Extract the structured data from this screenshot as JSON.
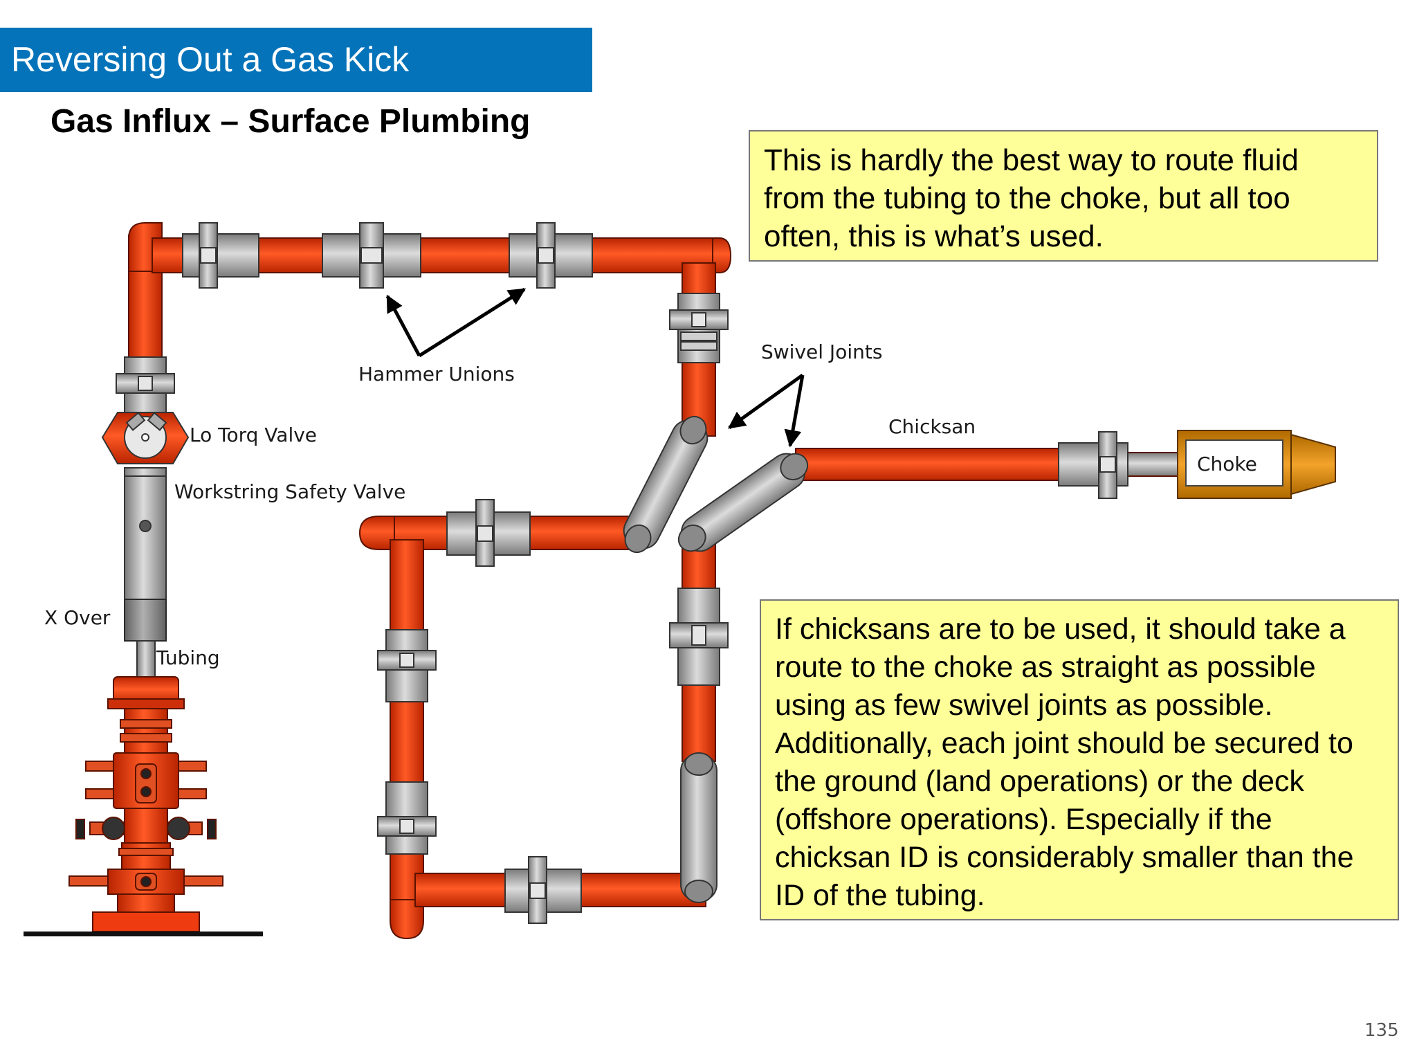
{
  "header": {
    "title": "Reversing Out a Gas Kick",
    "subtitle": "Gas Influx – Surface Plumbing"
  },
  "labels": {
    "hammer_unions": "Hammer Unions",
    "swivel_joints": "Swivel Joints",
    "lo_torq_valve": "Lo Torq Valve",
    "workstring_safety_valve": "Workstring Safety Valve",
    "chicksan": "Chicksan",
    "choke": "Choke",
    "x_over": "X Over",
    "tubing": "Tubing"
  },
  "callouts": {
    "top": "This is hardly the best way to route fluid from the tubing to the choke, but all too often, this is what’s used.",
    "bottom": "If chicksans are to be used, it should take a route to the choke as straight as possible using as few swivel joints as possible. Additionally, each joint should be secured to the ground (land operations) or the deck (offshore operations). Especially if the chicksan ID is considerably smaller than the ID of the tubing."
  },
  "page_number": "135",
  "colors": {
    "banner": "#0573b9",
    "pipe": "#e83a10",
    "union": "#b8b8b8",
    "callout_fill": "#ffff99",
    "choke_body": "#d68a10"
  }
}
